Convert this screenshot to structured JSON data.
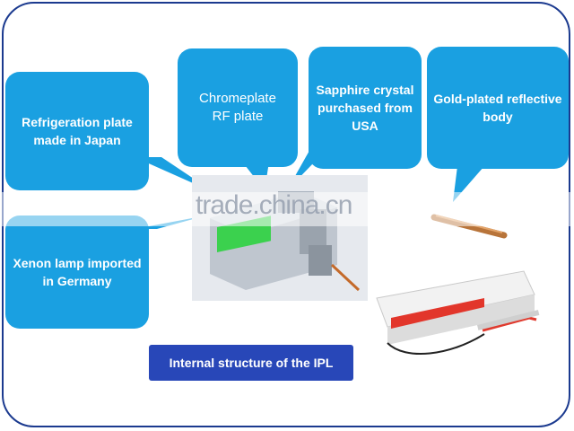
{
  "bubbles": {
    "refrigeration": "Refrigeration plate made in Japan",
    "chromeplate_line1": "Chromeplate",
    "chromeplate_line2": "RF plate",
    "sapphire": "Sapphire crystal purchased from USA",
    "gold": "Gold-plated reflective body",
    "xenon": "Xenon lamp imported in Germany"
  },
  "caption": "Internal structure of the IPL",
  "watermark": "trade.china.cn",
  "colors": {
    "bubble": "#1aa0e1",
    "frame": "#1b3a8f",
    "caption_bg": "#2847b8"
  }
}
